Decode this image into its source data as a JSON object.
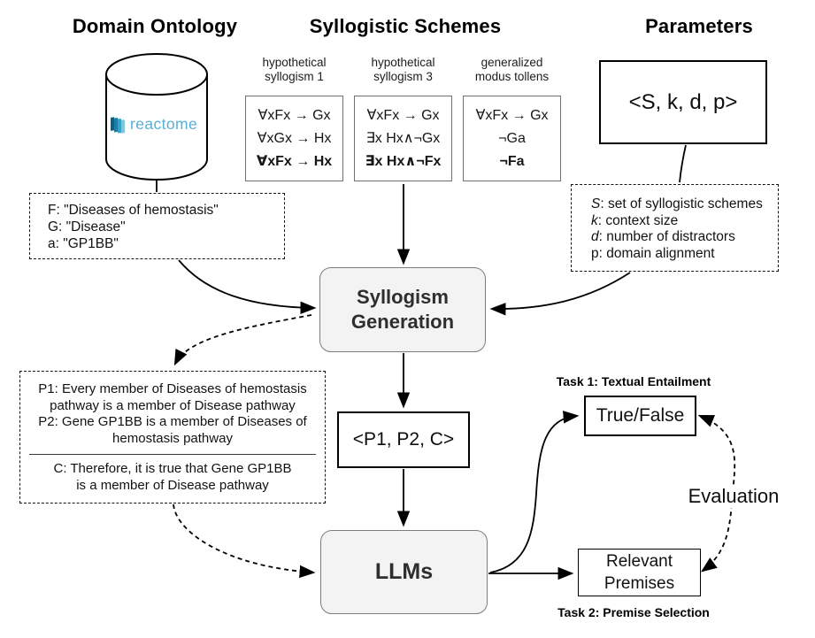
{
  "headings": {
    "domain_ontology": "Domain Ontology",
    "syllogistic_schemes": "Syllogistic Schemes",
    "parameters": "Parameters"
  },
  "domain_ontology": {
    "logo_text": "reactome",
    "example": {
      "line_f": "F: \"Diseases of hemostasis\"",
      "line_g": "G: \"Disease\"",
      "line_a": "a: \"GP1BB\""
    }
  },
  "schemes": [
    {
      "label": [
        "hypothetical",
        "syllogism 1"
      ],
      "premise1": "∀xFx → Gx",
      "premise2": "∀xGx → Hx",
      "conclusion": "∀xFx → Hx"
    },
    {
      "label": [
        "hypothetical",
        "syllogism 3"
      ],
      "premise1": "∀xFx → Gx",
      "premise2": "∃x Hx∧¬Gx",
      "conclusion": "∃x Hx∧¬Fx"
    },
    {
      "label": [
        "generalized",
        "modus tollens"
      ],
      "premise1": "∀xFx → Gx",
      "premise2": "¬Ga",
      "conclusion": "¬Fa"
    }
  ],
  "parameters": {
    "tuple": "<S, k, d, p>",
    "legend": [
      {
        "var": "S",
        "desc": ": set of syllogistic schemes"
      },
      {
        "var": "k",
        "desc": ": context size"
      },
      {
        "var": "d",
        "desc": ": number of distractors"
      },
      {
        "var": "p",
        "desc": ": domain alignment"
      }
    ]
  },
  "pipeline": {
    "syllogism_generation": [
      "Syllogism",
      "Generation"
    ],
    "triple": "<P1, P2, C>",
    "llms": "LLMs"
  },
  "syllogism_example": {
    "p1": [
      "P1: Every member of Diseases of hemostasis",
      "pathway is a member of Disease pathway"
    ],
    "p2": [
      "P2: Gene GP1BB is a member of Diseases of",
      "hemostasis pathway"
    ],
    "c": [
      "C: Therefore, it is true that Gene GP1BB",
      "is a member of Disease pathway"
    ]
  },
  "tasks": {
    "task1_label": "Task 1: Textual Entailment",
    "true_false": "True/False",
    "relevant_premises": [
      "Relevant",
      "Premises"
    ],
    "task2_label": "Task 2: Premise Selection",
    "evaluation": "Evaluation"
  },
  "icons": {
    "database": "database-cylinder-icon",
    "reactome": "reactome-pinwheel-icon",
    "arrowhead": "arrowhead-icon"
  },
  "colors": {
    "process_box_fill": "#f3f3f3",
    "process_box_border": "#7d7d7d",
    "scheme_box_border": "#707070",
    "connector_line": "#000000",
    "reactome_blue": "#58b1d4"
  }
}
